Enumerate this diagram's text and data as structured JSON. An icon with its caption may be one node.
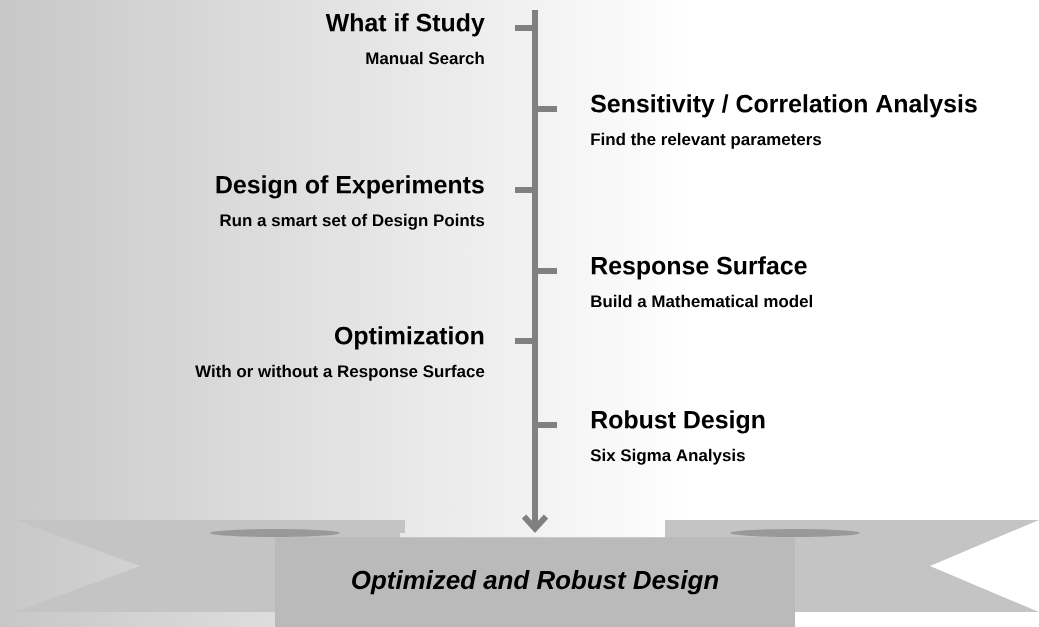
{
  "diagram": {
    "nodes": [
      {
        "text": [
          "What if Study",
          "Manual Search"
        ]
      },
      {
        "text": [
          "Sensitivity / Correlation Analysis",
          "Find the relevant parameters"
        ]
      },
      {
        "text": [
          "Design of Experiments",
          "Run a smart set of Design Points"
        ]
      },
      {
        "text": [
          "Response Surface",
          "Build a Mathematical model"
        ]
      },
      {
        "text": [
          "Optimization",
          "With or without a Response Surface"
        ]
      },
      {
        "text": [
          "Robust Design",
          "Six Sigma Analysis"
        ]
      },
      {
        "text": [
          "Optimized and Robust Design"
        ]
      }
    ],
    "edges": [
      {
        "from": null,
        "to": 6,
        "arrow": "to"
      }
    ]
  }
}
